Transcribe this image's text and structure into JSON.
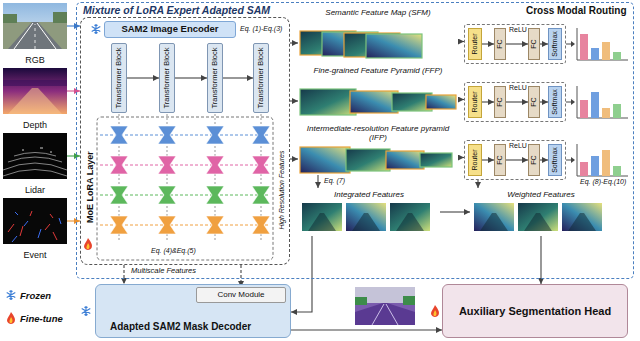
{
  "diagram": {
    "nodes": [
      {
        "text": [
          "RGB"
        ]
      },
      {
        "text": [
          "Depth"
        ]
      },
      {
        "text": [
          "Lidar"
        ]
      },
      {
        "text": [
          "Event"
        ]
      },
      {
        "text": [
          "Mixture of LoRA Expert Adapted SAM"
        ]
      },
      {
        "text": [
          "MoE LoRA Layer"
        ],
        "in": 4
      },
      {
        "text": [
          "SAM2 Image Encoder"
        ],
        "in": 5
      },
      {
        "text": [
          "Transformer Block"
        ],
        "in": 5
      },
      {
        "text": [
          "Transformer Block"
        ],
        "in": 5
      },
      {
        "text": [
          "Transformer Block"
        ],
        "in": 5
      },
      {
        "text": [
          "Transformer Block"
        ],
        "in": 5
      },
      {
        "text": [
          "Semantic Feature Map (SFM)"
        ],
        "in": 4
      },
      {
        "text": [
          "Fine-grained Feature Pyramid (FFP)"
        ],
        "in": 4
      },
      {
        "text": [
          "Intermediate-resolution Feature pyramid (IFP)"
        ],
        "in": 4
      },
      {
        "text": [
          "ReLU"
        ],
        "in": 4
      },
      {
        "text": [
          "Router"
        ],
        "in": 14
      },
      {
        "text": [
          "FC"
        ],
        "in": 14
      },
      {
        "text": [
          "FC"
        ],
        "in": 14
      },
      {
        "text": [
          "Softmax"
        ],
        "in": 14
      },
      {
        "text": [
          "ReLU"
        ],
        "in": 4
      },
      {
        "text": [
          "Router"
        ],
        "in": 19
      },
      {
        "text": [
          "FC"
        ],
        "in": 19
      },
      {
        "text": [
          "FC"
        ],
        "in": 19
      },
      {
        "text": [
          "Softmax"
        ],
        "in": 19
      },
      {
        "text": [
          "ReLU"
        ],
        "in": 4
      },
      {
        "text": [
          "Router"
        ],
        "in": 24
      },
      {
        "text": [
          "FC"
        ],
        "in": 24
      },
      {
        "text": [
          "FC"
        ],
        "in": 24
      },
      {
        "text": [
          "Softmax"
        ],
        "in": 24
      },
      {
        "text": [
          "Integrated Features"
        ],
        "in": 4
      },
      {
        "text": [
          "Weighted Features"
        ],
        "in": 4
      },
      {
        "text": [
          "Adapted SAM2 Mask Decoder"
        ]
      },
      {
        "text": [
          "Conv Module"
        ],
        "in": 31
      },
      {
        "text": [
          "Auxiliary Segmentation Head"
        ]
      }
    ],
    "edges": [
      {
        "from": 0,
        "to": 5,
        "arrow": "to"
      },
      {
        "from": 1,
        "to": 5,
        "arrow": "to"
      },
      {
        "from": 2,
        "to": 5,
        "arrow": "to"
      },
      {
        "from": 3,
        "to": 5,
        "arrow": "to"
      },
      {
        "from": 7,
        "to": 8,
        "arrow": "to"
      },
      {
        "from": 8,
        "to": 9,
        "arrow": "to"
      },
      {
        "from": 9,
        "to": 10,
        "arrow": "to"
      },
      {
        "from": 5,
        "to": 11,
        "arrow": "to"
      },
      {
        "from": 5,
        "to": 12,
        "arrow": "to"
      },
      {
        "from": 5,
        "to": 13,
        "arrow": "to"
      },
      {
        "from": 11,
        "to": 14,
        "arrow": "to"
      },
      {
        "from": 12,
        "to": 19,
        "arrow": "to"
      },
      {
        "from": 13,
        "to": 24,
        "arrow": "to"
      },
      {
        "from": 15,
        "to": 16,
        "arrow": "to"
      },
      {
        "from": 16,
        "to": 17,
        "arrow": "to"
      },
      {
        "from": 17,
        "to": 18,
        "arrow": "to"
      },
      {
        "from": 20,
        "to": 21,
        "arrow": "to"
      },
      {
        "from": 21,
        "to": 22,
        "arrow": "to"
      },
      {
        "from": 22,
        "to": 23,
        "arrow": "to"
      },
      {
        "from": 25,
        "to": 26,
        "arrow": "to"
      },
      {
        "from": 26,
        "to": 27,
        "arrow": "to"
      },
      {
        "from": 27,
        "to": 28,
        "arrow": "to"
      },
      {
        "from": 13,
        "to": 29,
        "arrow": "to"
      },
      {
        "from": 24,
        "to": 30,
        "arrow": "to"
      },
      {
        "from": 29,
        "to": 30,
        "arrow": "to"
      },
      {
        "from": 5,
        "to": 31,
        "arrow": "to"
      },
      {
        "from": 5,
        "to": 32,
        "arrow": "to"
      },
      {
        "from": 29,
        "to": 31,
        "arrow": "to"
      },
      {
        "from": 30,
        "to": 33,
        "arrow": "to"
      },
      {
        "from": 31,
        "to": 33,
        "arrow": "to"
      }
    ],
    "labels": [
      "Cross Modal Routing",
      "Eq. (1)-Eq.(3)",
      "Eq. (4)&Eq.(5)",
      "Multiscale Features",
      "High Resolution Features",
      "Eq. (7)",
      "Eq. (8)-Eq.(10)"
    ],
    "legend": [
      {
        "text": "Frozen"
      },
      {
        "text": "Fine-tune"
      }
    ]
  }
}
